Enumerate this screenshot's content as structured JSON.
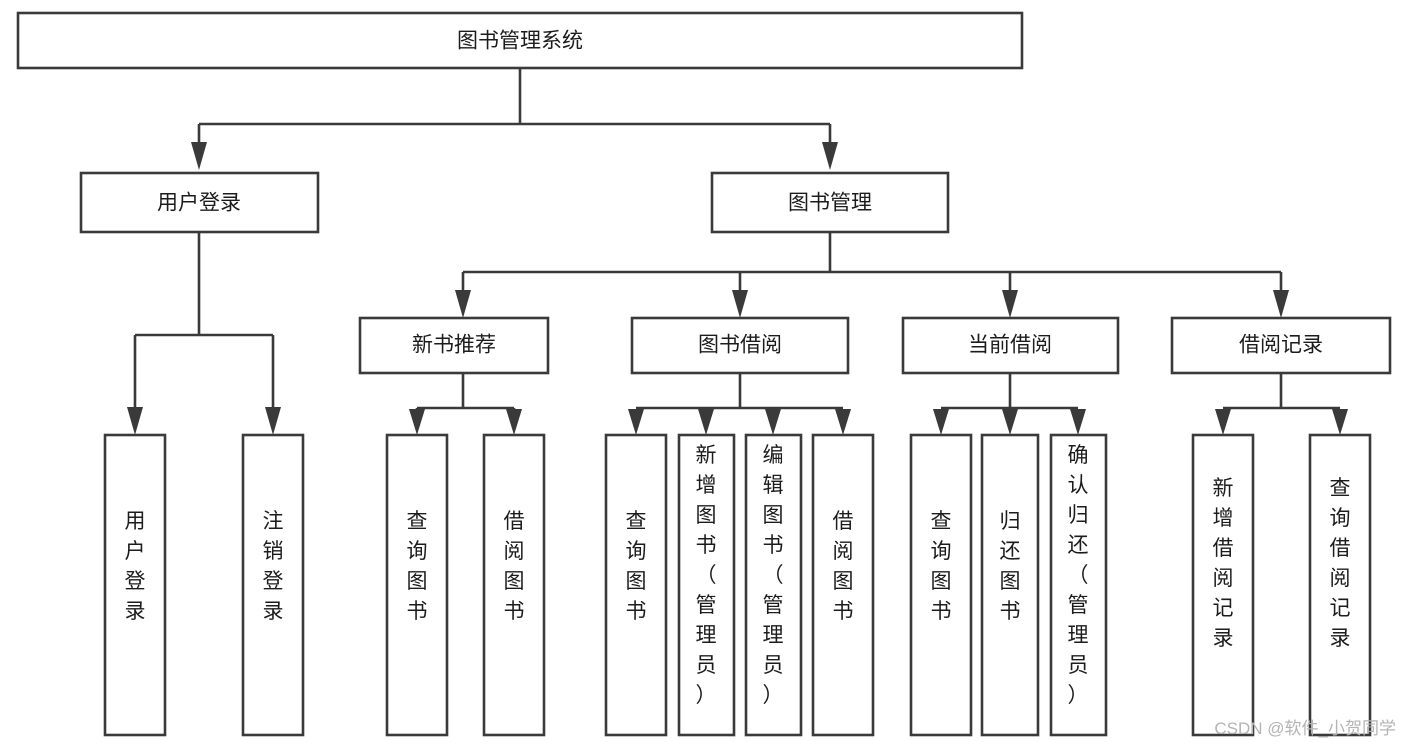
{
  "diagram": {
    "title": "图书管理系统",
    "type": "hierarchy-tree",
    "root": {
      "id": "root",
      "label": "图书管理系统",
      "orientation": "horizontal"
    },
    "level2": [
      {
        "id": "user-login",
        "label": "用户登录",
        "orientation": "horizontal"
      },
      {
        "id": "book-manage",
        "label": "图书管理",
        "orientation": "horizontal"
      }
    ],
    "level3": [
      {
        "id": "new-book-recommend",
        "label": "新书推荐",
        "orientation": "horizontal",
        "parent": "book-manage"
      },
      {
        "id": "book-borrow",
        "label": "图书借阅",
        "orientation": "horizontal",
        "parent": "book-manage"
      },
      {
        "id": "current-borrow",
        "label": "当前借阅",
        "orientation": "horizontal",
        "parent": "book-manage"
      },
      {
        "id": "borrow-record",
        "label": "借阅记录",
        "orientation": "horizontal",
        "parent": "book-manage"
      }
    ],
    "leaves": [
      {
        "id": "leaf-user-login",
        "label": "用户登录",
        "orientation": "vertical",
        "parent": "user-login"
      },
      {
        "id": "leaf-user-logout",
        "label": "注销登录",
        "orientation": "vertical",
        "parent": "user-login"
      },
      {
        "id": "leaf-query-book-1",
        "label": "查询图书",
        "orientation": "vertical",
        "parent": "new-book-recommend"
      },
      {
        "id": "leaf-borrow-book-1",
        "label": "借阅图书",
        "orientation": "vertical",
        "parent": "new-book-recommend"
      },
      {
        "id": "leaf-query-book-2",
        "label": "查询图书",
        "orientation": "vertical",
        "parent": "book-borrow"
      },
      {
        "id": "leaf-add-book",
        "label": "新增图书（管理员）",
        "orientation": "vertical",
        "parent": "book-borrow"
      },
      {
        "id": "leaf-edit-book",
        "label": "编辑图书（管理员）",
        "orientation": "vertical",
        "parent": "book-borrow"
      },
      {
        "id": "leaf-borrow-book-2",
        "label": "借阅图书",
        "orientation": "vertical",
        "parent": "book-borrow"
      },
      {
        "id": "leaf-query-book-3",
        "label": "查询图书",
        "orientation": "vertical",
        "parent": "current-borrow"
      },
      {
        "id": "leaf-return-book",
        "label": "归还图书",
        "orientation": "vertical",
        "parent": "current-borrow"
      },
      {
        "id": "leaf-confirm-return",
        "label": "确认归还（管理员）",
        "orientation": "vertical",
        "parent": "current-borrow"
      },
      {
        "id": "leaf-add-record",
        "label": "新增借阅记录",
        "orientation": "vertical",
        "parent": "borrow-record"
      },
      {
        "id": "leaf-query-record",
        "label": "查询借阅记录",
        "orientation": "vertical",
        "parent": "borrow-record"
      }
    ]
  },
  "watermark": {
    "text": "CSDN @软件_小贺同学"
  },
  "colors": {
    "box_stroke": "#3a3a3a",
    "box_fill": "#ffffff",
    "text": "#1c1c1c",
    "watermark": "#b4b4b4",
    "background": "#ffffff"
  }
}
